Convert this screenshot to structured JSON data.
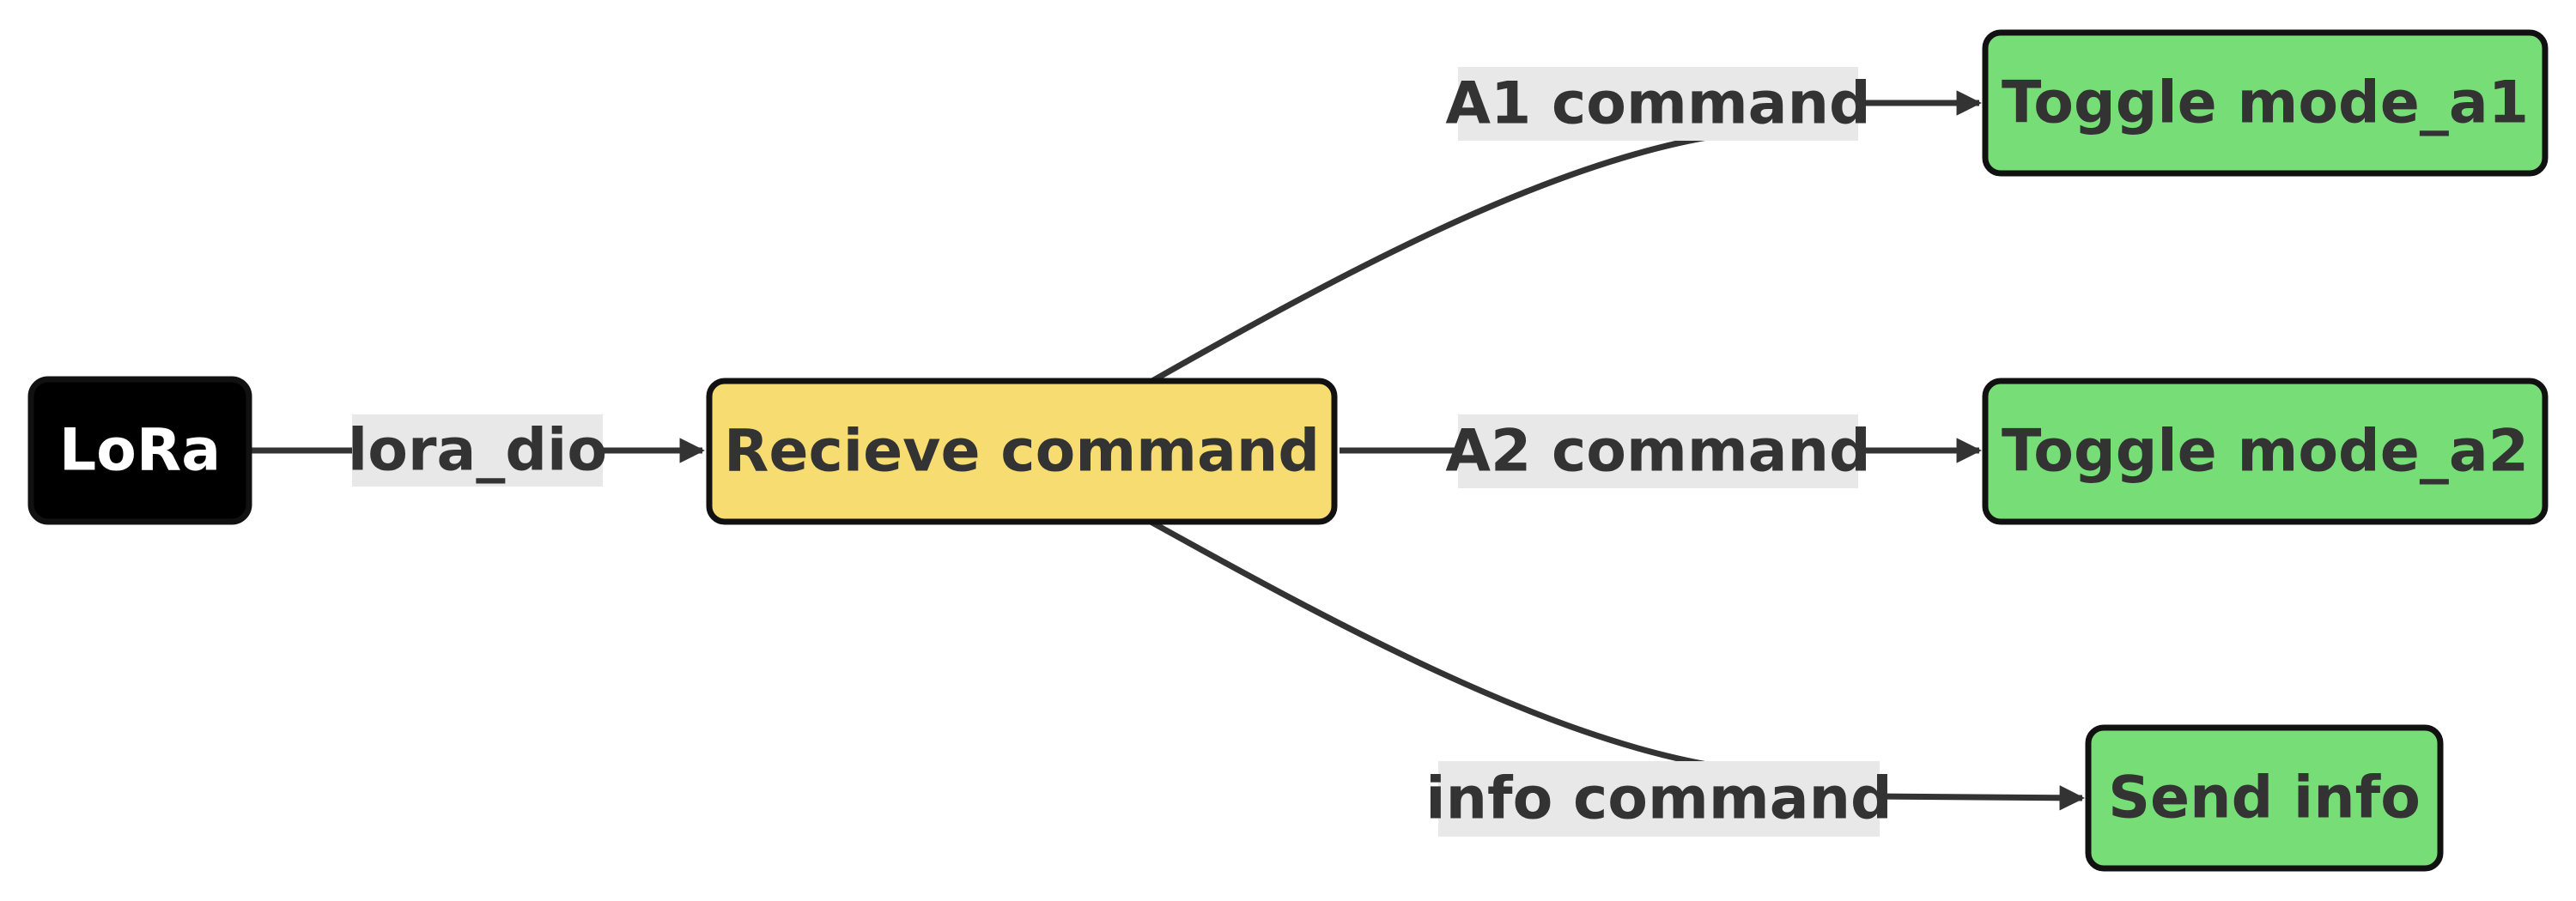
{
  "nodes": {
    "lora": {
      "label": "LoRa",
      "fill": "#000000",
      "text_color": "#ffffff"
    },
    "receive": {
      "label": "Recieve command",
      "fill": "#f7dc72",
      "text_color": "#333333"
    },
    "mode_a1": {
      "label": "Toggle mode_a1",
      "fill": "#77dd77",
      "text_color": "#333333"
    },
    "mode_a2": {
      "label": "Toggle mode_a2",
      "fill": "#77dd77",
      "text_color": "#333333"
    },
    "info": {
      "label": "Send info",
      "fill": "#77dd77",
      "text_color": "#333333"
    }
  },
  "edges": {
    "lora_to_receive": {
      "label": "lora_dio"
    },
    "receive_to_mode_a1": {
      "label": "A1 command"
    },
    "receive_to_mode_a2": {
      "label": "A2 command"
    },
    "receive_to_info": {
      "label": "info command"
    }
  }
}
